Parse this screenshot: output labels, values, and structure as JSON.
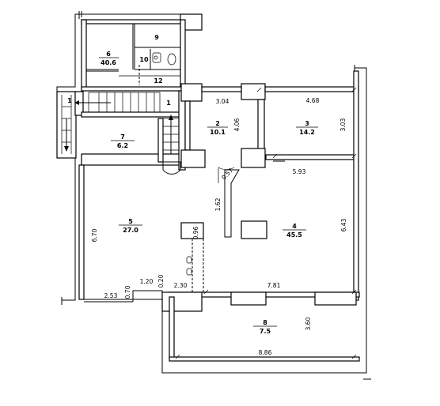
{
  "rooms": [
    {
      "id": "1a",
      "number": "1",
      "area": ""
    },
    {
      "id": "1b",
      "number": "1",
      "area": ""
    },
    {
      "id": "2",
      "number": "2",
      "area": "10.1"
    },
    {
      "id": "3",
      "number": "3",
      "area": "14.2"
    },
    {
      "id": "4",
      "number": "4",
      "area": "45.5"
    },
    {
      "id": "5",
      "number": "5",
      "area": "27.0"
    },
    {
      "id": "6",
      "number": "6",
      "area": "40.6"
    },
    {
      "id": "7",
      "number": "7",
      "area": "6.2"
    },
    {
      "id": "8",
      "number": "8",
      "area": "7.5"
    },
    {
      "id": "9",
      "number": "9",
      "area": ""
    },
    {
      "id": "10",
      "number": "10",
      "area": ""
    },
    {
      "id": "12",
      "number": "12",
      "area": ""
    }
  ],
  "dimensions": {
    "d304": "3.04",
    "d468": "4.68",
    "d406": "4.06",
    "d303": "3.03",
    "d593": "5.93",
    "d162": "1.62",
    "d670": "6.70",
    "d643": "6.43",
    "d096": "0.96",
    "d781": "7.81",
    "d360": "3.60",
    "d886": "8.86",
    "d253": "2.53",
    "d070": "0.70",
    "d120": "1.20",
    "d020": "0.20",
    "d230": "2.30",
    "d057": "0.57"
  }
}
